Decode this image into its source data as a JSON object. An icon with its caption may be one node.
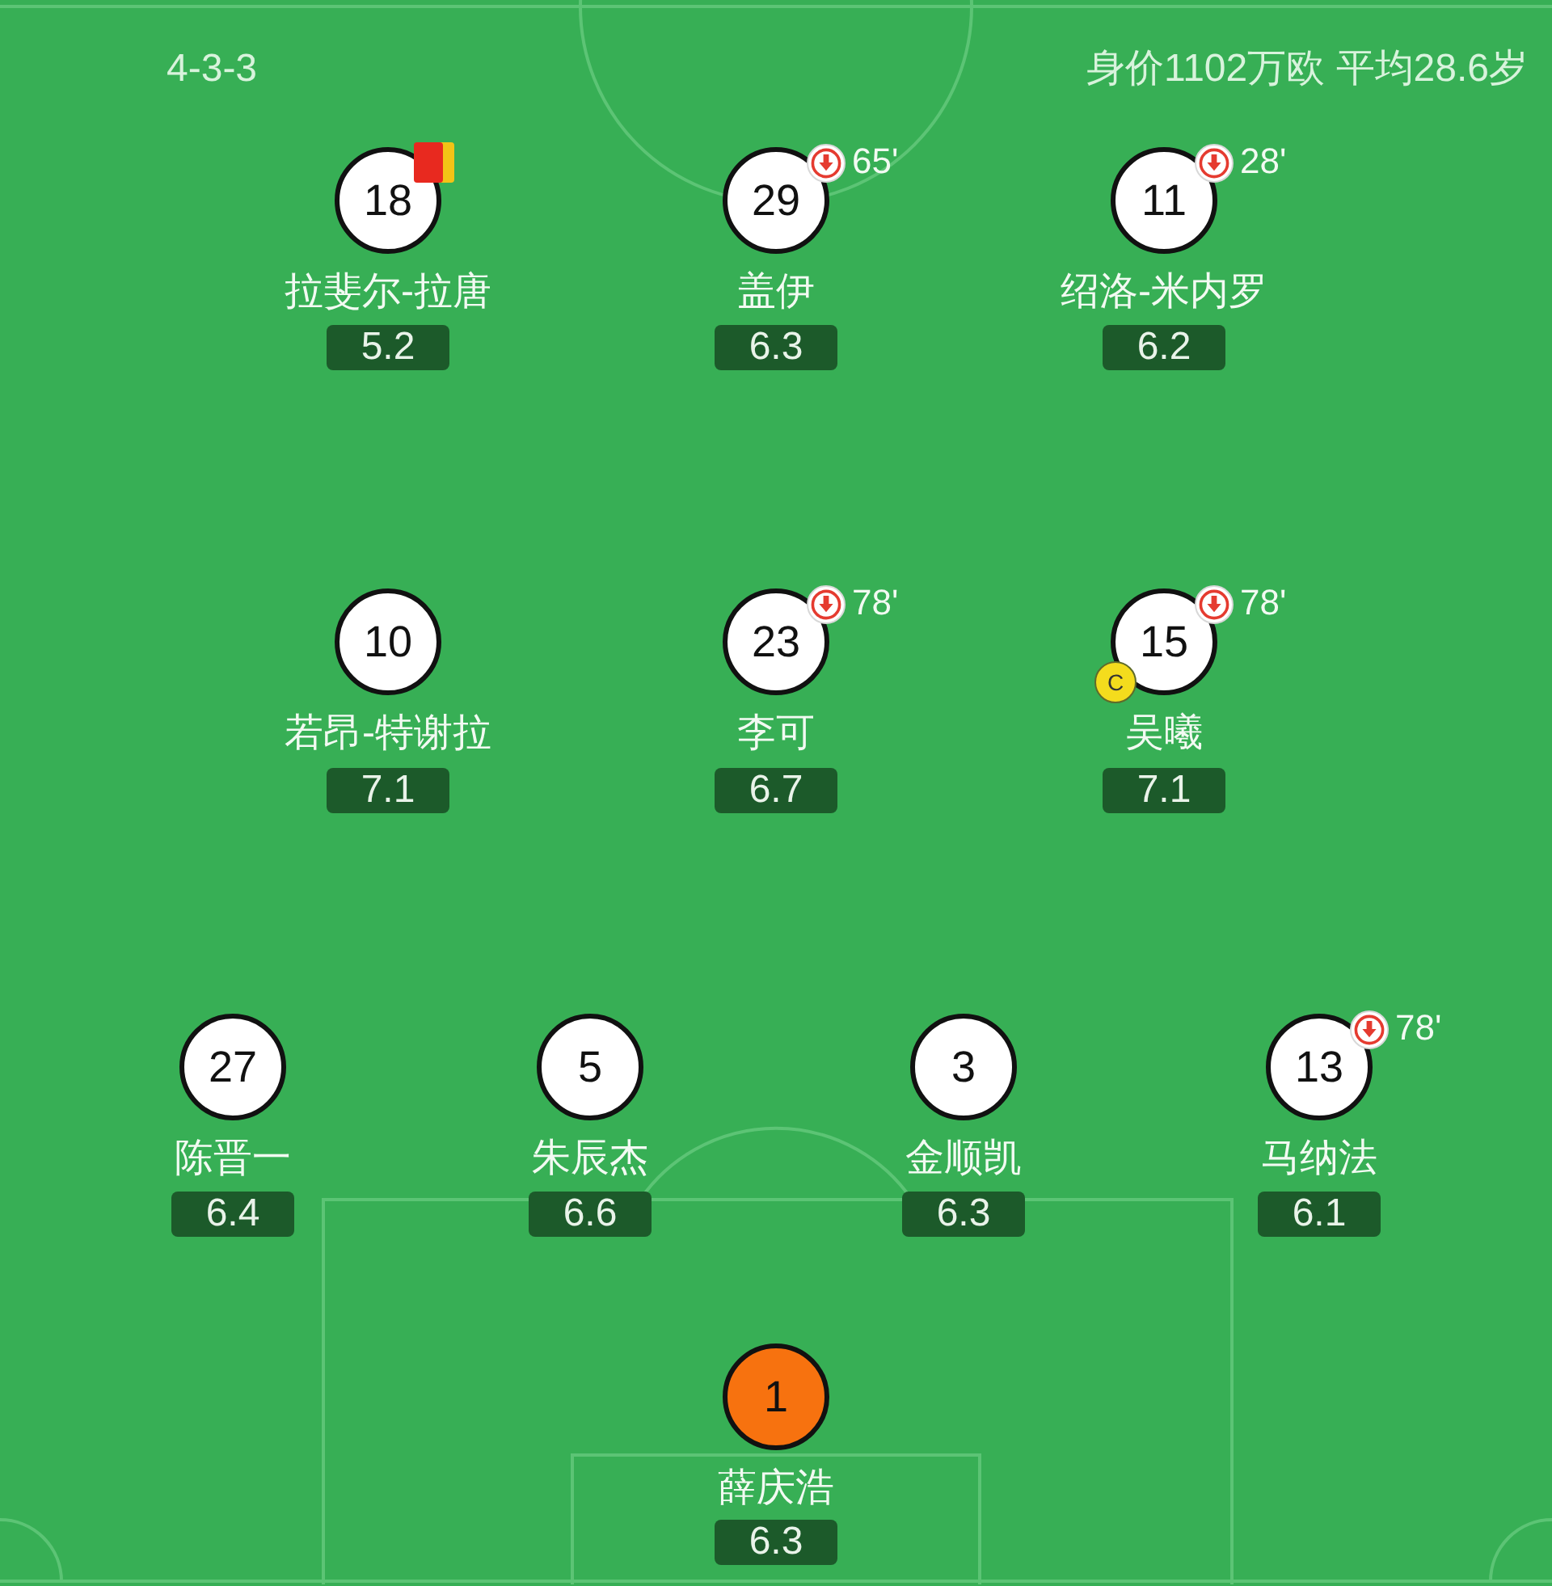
{
  "diagram": {
    "nodes": [
      {
        "text": [
          "18"
        ],
        "beside": [
          "拉斐尔-拉唐"
        ]
      },
      {
        "text": [
          "5.2"
        ]
      },
      {
        "text": [
          "29"
        ],
        "beside": [
          "盖伊",
          "65'"
        ]
      },
      {
        "text": [
          "6.3"
        ]
      },
      {
        "text": [
          "11"
        ],
        "beside": [
          "绍洛-米内罗",
          "28'"
        ]
      },
      {
        "text": [
          "6.2"
        ]
      },
      {
        "text": [
          "10"
        ],
        "beside": [
          "若昂-特谢拉"
        ]
      },
      {
        "text": [
          "7.1"
        ]
      },
      {
        "text": [
          "23"
        ],
        "beside": [
          "李可",
          "78'"
        ]
      },
      {
        "text": [
          "6.7"
        ]
      },
      {
        "text": [
          "15"
        ],
        "beside": [
          "吴曦",
          "78'"
        ]
      },
      {
        "text": [
          "C"
        ]
      },
      {
        "text": [
          "7.1"
        ]
      },
      {
        "text": [
          "27"
        ],
        "beside": [
          "陈晋一"
        ]
      },
      {
        "text": [
          "6.4"
        ]
      },
      {
        "text": [
          "5"
        ],
        "beside": [
          "朱辰杰"
        ]
      },
      {
        "text": [
          "6.6"
        ]
      },
      {
        "text": [
          "3"
        ],
        "beside": [
          "金顺凯"
        ]
      },
      {
        "text": [
          "6.3"
        ]
      },
      {
        "text": [
          "13"
        ],
        "beside": [
          "马纳法",
          "78'"
        ]
      },
      {
        "text": [
          "6.1"
        ]
      },
      {
        "text": [
          "1"
        ],
        "beside": [
          "薛庆浩"
        ]
      },
      {
        "text": [
          "6.3"
        ]
      }
    ],
    "labels": [
      "4-3-3",
      "身价1102万欧 平均28.6岁"
    ]
  }
}
